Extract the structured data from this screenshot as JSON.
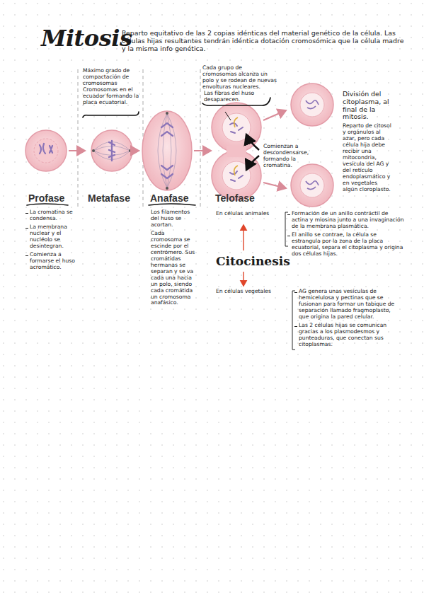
{
  "diagram": {
    "title": "Mitosis",
    "labels": [
      "Reparto equitativo de las 2 copias idénticas del material genético de la célula. Las células hijas resultantes tendrán idéntica dotación cromosómica que la célula madre y la misma info genética.",
      "Máximo grado de compactación de cromosomas Cromosomas en el ecuador formando la placa ecuatorial.",
      "Cada grupo de cromosomas alcanza un polo y se rodean de nuevas envolturas nucleares.",
      "Las fibras del huso desaparecen.",
      "División del citoplasma, al final de la mitosis.",
      "Reparto de citosol y orgánulos al azar, pero cada célula hija debe recibir una mitocondria, vesícula del AG y del retículo endoplasmático y en vegetales algún cloroplasto.",
      "Comienzan a descondensarse, formando la cromatina.",
      "Profase",
      "Metafase",
      "Anafase",
      "Telofase",
      "La cromatina se condensa.",
      "La membrana nuclear y el nucléolo se desintegran.",
      "Comienza a formarse el huso acromático.",
      "Los filamentos del huso se acortan.",
      "Cada cromosoma se escinde por el centrómero. Sus cromátidas hermanas se separan y se va cada una hacia un polo, siendo cada cromátida un cromosoma anafásico.",
      "En células animales",
      "Formación de un anillo contráctil de actina y miosina junto a una invaginación de la membrana plasmática.",
      "El anillo se contrae, la célula se estrangula por la zona de la placa ecuatorial, separa el citoplasma y origina dos células hijas.",
      "Citocinesis",
      "En células vegetales",
      "AG genera unas vesículas de hemicelulosa y pectinas que se fusionan para formar un tabique de separación llamado fragmoplasto, que origina la pared celular.",
      "Las 2 células hijas se comunican gracias a los plasmodesmos y punteaduras, que conectan sus citoplasmas."
    ]
  }
}
